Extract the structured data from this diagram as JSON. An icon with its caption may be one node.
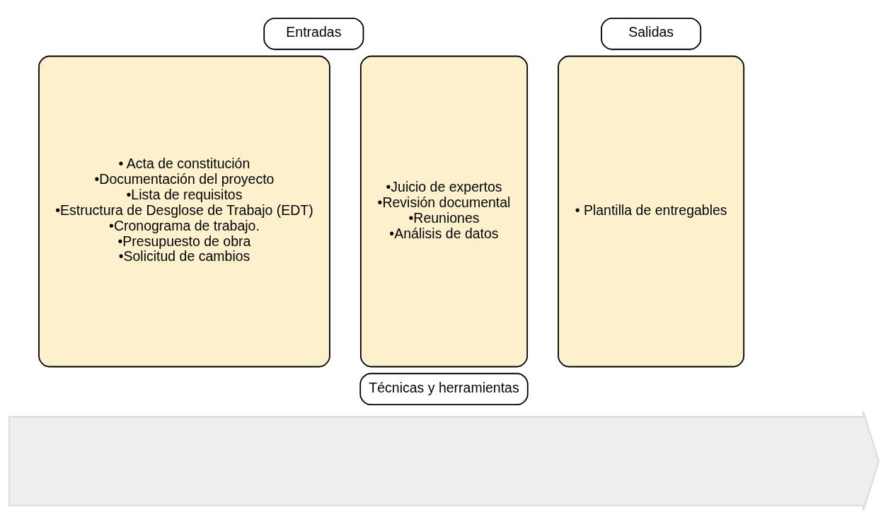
{
  "diagram": {
    "nodes": [
      {
        "text": [],
        "shape": "arrow"
      },
      {
        "text": [
          "Entradas"
        ]
      },
      {
        "text": [
          "• Acta de constitución",
          "•Documentación del proyecto",
          "•Lista de requisitos",
          "•Estructura de Desglose de Trabajo (EDT)",
          "•Cronograma de trabajo.",
          "•Presupuesto de obra",
          "•Solicitud de cambios"
        ]
      },
      {
        "text": [
          "•Juicio de expertos",
          "•Revisión documental",
          "•Reuniones",
          "•Análisis de datos"
        ]
      },
      {
        "text": [
          "Técnicas y herramientas"
        ]
      },
      {
        "text": [
          "Salidas"
        ]
      },
      {
        "text": [
          "• Plantilla de entregables"
        ]
      }
    ],
    "edges": []
  }
}
